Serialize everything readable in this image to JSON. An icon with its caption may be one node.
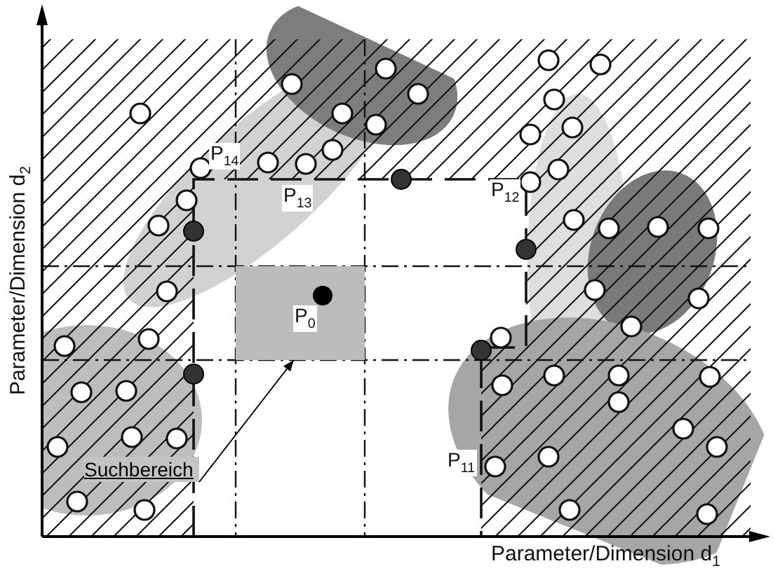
{
  "diagram": {
    "nodes": [
      {
        "text": [
          "Suchbereich"
        ]
      },
      {
        "text": [],
        "shape": "box"
      }
    ],
    "edges": [
      {
        "from": 0,
        "to": 1,
        "arrow": "to"
      }
    ],
    "labels": [
      "Parameter/Dimension d$_{2}$",
      "P$_{14}$",
      "P$_{13}$",
      "P$_{12}$",
      "P$_{0}$",
      "P$_{11}$",
      "Parameter/Dimension d$_{1}$"
    ]
  }
}
